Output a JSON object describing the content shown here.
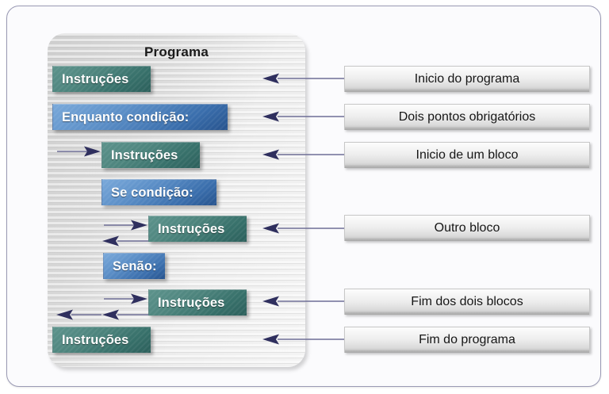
{
  "diagram": {
    "title": "Programa",
    "type": "flowchart-annotated-pseudocode",
    "colors": {
      "teal_block": "#3b7570",
      "blue_block": "#4a7fbe",
      "arrow": "#2f2f5e",
      "panel_background": "#d9d9d9",
      "callout_background": "#e6e6e6",
      "page_background": "#ffffff",
      "frame_border": "#9a9ab4"
    },
    "code_blocks": [
      {
        "id": "instr-1",
        "label": "Instruções",
        "style": "teal",
        "indent": 0
      },
      {
        "id": "enquanto",
        "label": "Enquanto condição:",
        "style": "blue",
        "indent": 0
      },
      {
        "id": "instr-2",
        "label": "Instruções",
        "style": "teal",
        "indent": 1
      },
      {
        "id": "se",
        "label": "Se condição:",
        "style": "blue",
        "indent": 1
      },
      {
        "id": "instr-3",
        "label": "Instruções",
        "style": "teal",
        "indent": 2
      },
      {
        "id": "senao",
        "label": "Senão:",
        "style": "blue",
        "indent": 1
      },
      {
        "id": "instr-4",
        "label": "Instruções",
        "style": "teal",
        "indent": 2
      },
      {
        "id": "instr-5",
        "label": "Instruções",
        "style": "teal",
        "indent": 0
      }
    ],
    "callouts": [
      {
        "id": "callout-1",
        "label": "Inicio do programa",
        "targets": "instr-1"
      },
      {
        "id": "callout-2",
        "label": "Dois pontos obrigatórios",
        "targets": "enquanto"
      },
      {
        "id": "callout-3",
        "label": "Inicio de um bloco",
        "targets": "instr-2"
      },
      {
        "id": "callout-4",
        "label": "Outro bloco",
        "targets": "instr-3"
      },
      {
        "id": "callout-5",
        "label": "Fim dos dois blocos",
        "targets": "instr-4"
      },
      {
        "id": "callout-6",
        "label": "Fim do programa",
        "targets": "instr-5"
      }
    ]
  }
}
